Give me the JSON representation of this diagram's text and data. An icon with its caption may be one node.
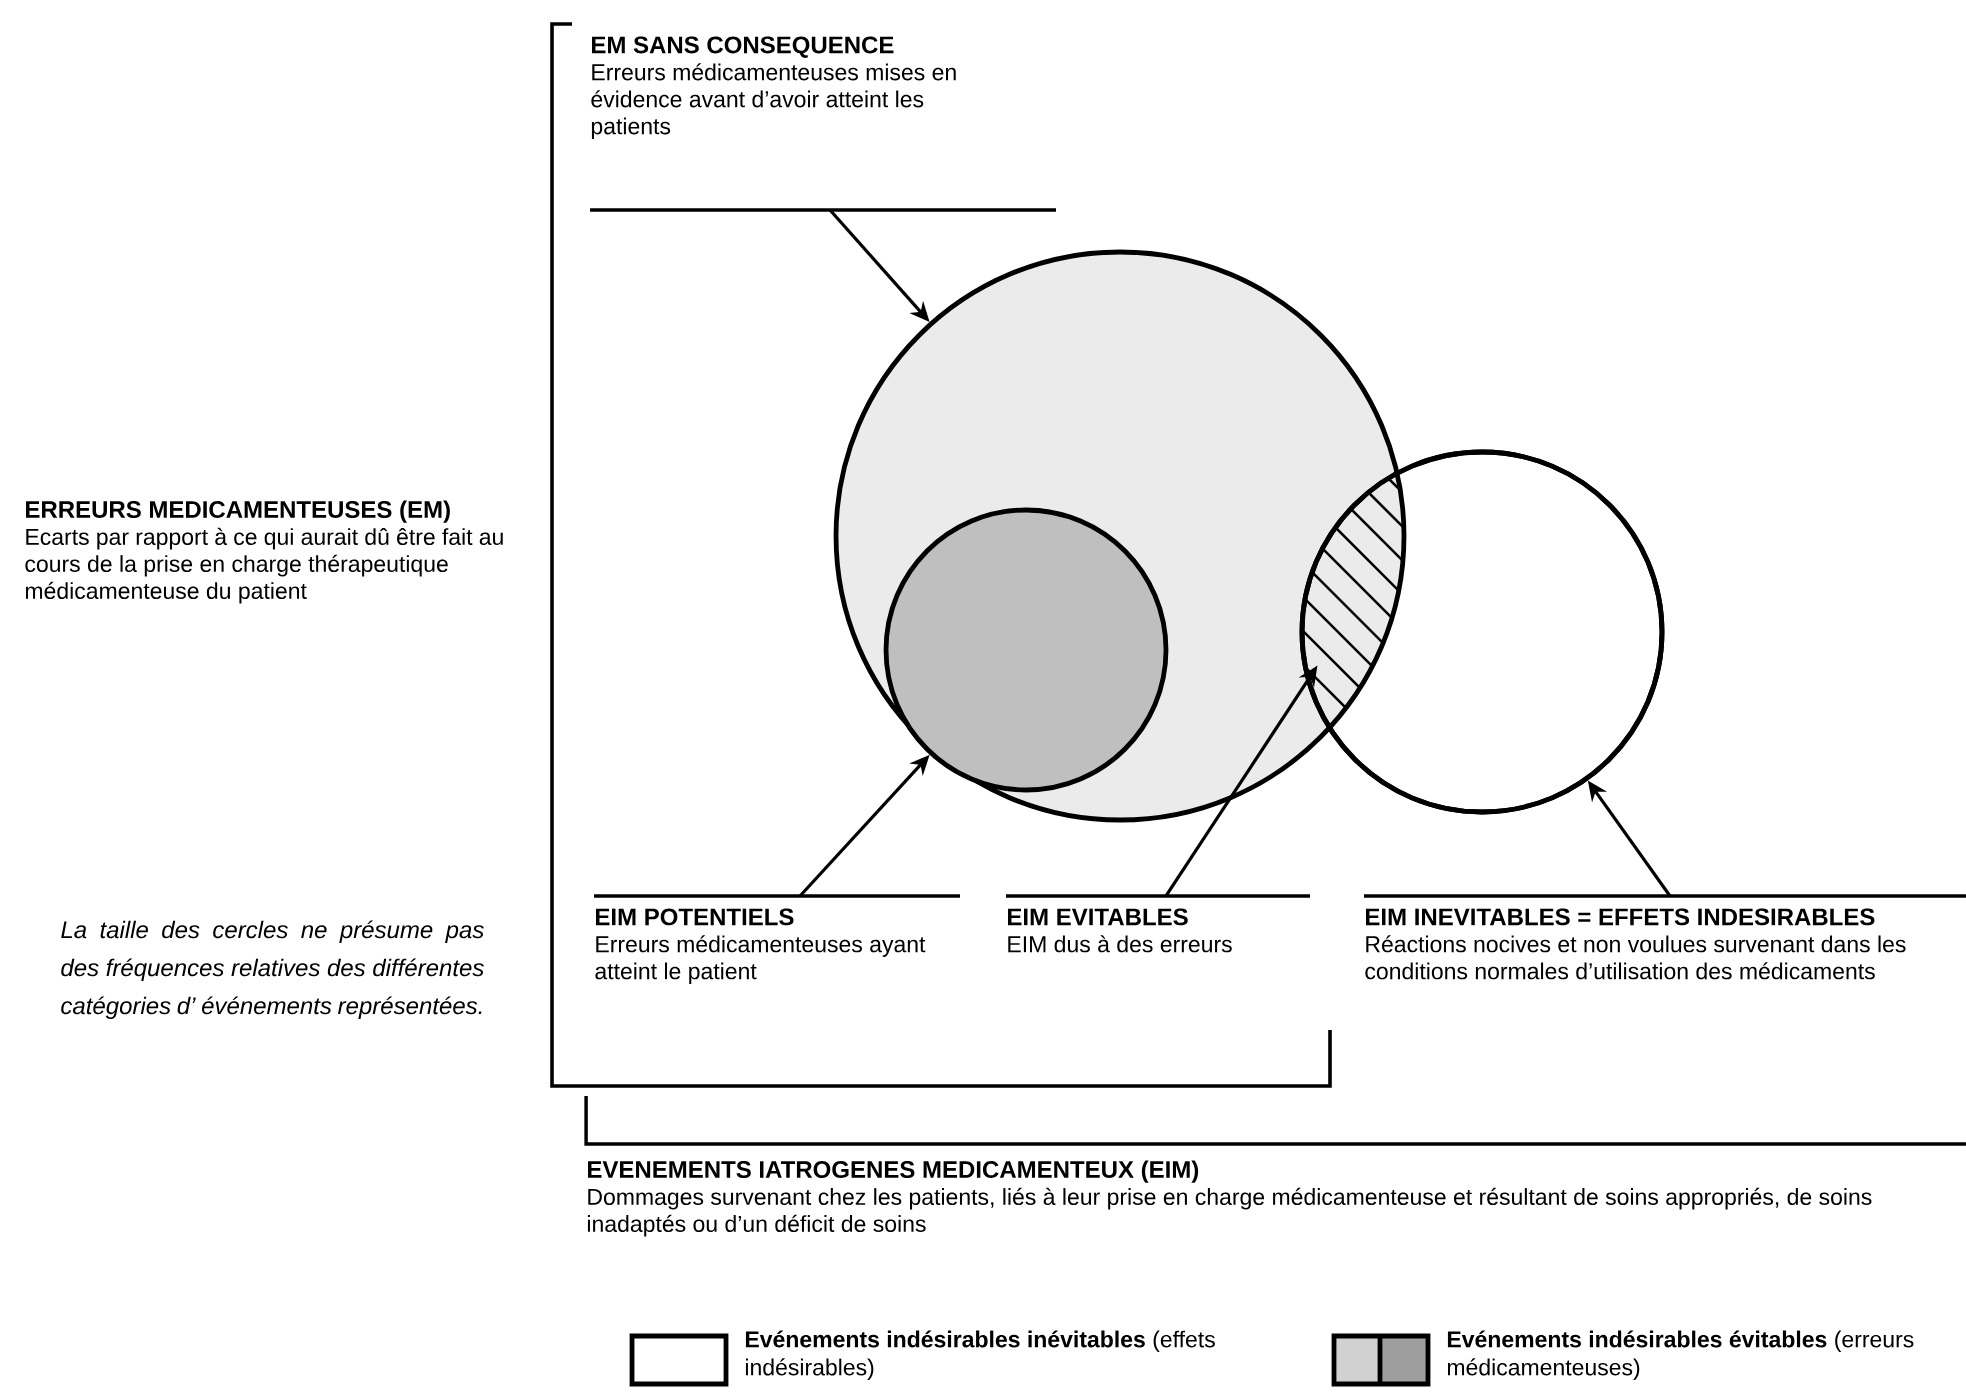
{
  "diagram": {
    "nodes": [
      {
        "text": [
          "EM SANS CONSEQUENCE",
          "Erreurs médicamenteuses mises en évidence avant d’avoir atteint les patients"
        ]
      },
      {
        "text": [],
        "shape": "circle"
      },
      {
        "text": [],
        "shape": "circle",
        "in": 1
      },
      {
        "text": [],
        "shape": "circle"
      },
      {
        "text": [
          "ERREURS MEDICAMENTEUSES (EM)",
          "Ecarts par rapport à ce qui aurait dû être fait au cours de la prise en charge thérapeutique médicamenteuse du patient"
        ]
      },
      {
        "text": [
          "EIM POTENTIELS",
          "Erreurs médicamenteuses ayant atteint le patient"
        ]
      },
      {
        "text": [
          "EIM EVITABLES",
          "EIM dus à des erreurs"
        ]
      },
      {
        "text": [
          "EIM INEVITABLES = EFFETS INDESIRABLES",
          "Réactions nocives et non voulues survenant dans les conditions normales d’utilisation des médicaments"
        ]
      },
      {
        "text": [
          "EVENEMENTS IATROGENES MEDICAMENTEUX (EIM)",
          "Dommages survenant chez les patients, liés à leur prise en charge médicamenteuse et résultant de soins appropriés, de soins inadaptés ou d’un déficit de soins"
        ]
      },
      {
        "text": [],
        "shape": "lens"
      }
    ],
    "edges": [
      {
        "from": 0,
        "to": 1,
        "arrow": "to"
      },
      {
        "from": 5,
        "to": 2,
        "arrow": "to"
      },
      {
        "from": 6,
        "to": 9,
        "arrow": "to"
      },
      {
        "from": 7,
        "to": 3,
        "arrow": "to"
      }
    ],
    "labels": [
      "La taille des cercles ne présume pas des fréquences relatives des différentes catégories d’ événements représentées."
    ],
    "legend": [
      {
        "text": "**Evénements indésirables inévitables** (effets indésirables)"
      },
      {
        "text": "**Evénements indésirables évitables** (erreurs médicamenteuses)"
      }
    ]
  }
}
